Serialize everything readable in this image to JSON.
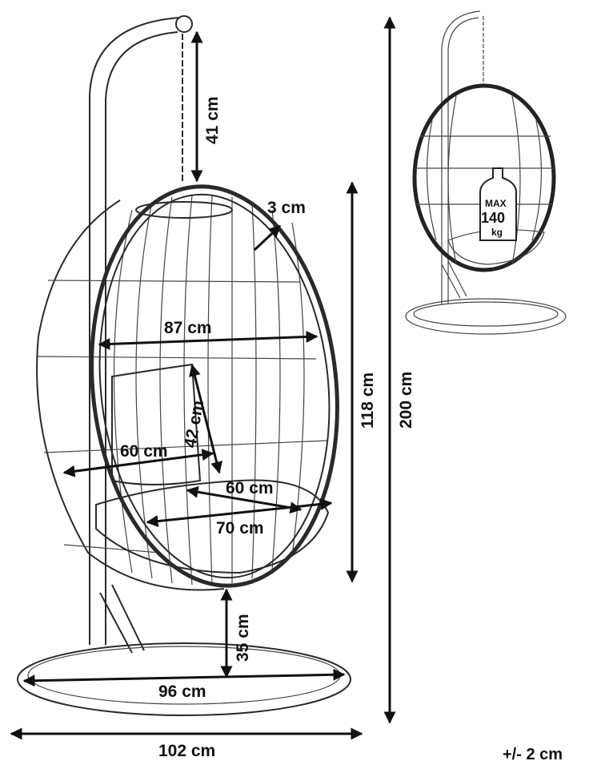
{
  "dimensions": {
    "chain_length": "41 cm",
    "frame_thickness": "3 cm",
    "inner_width": "87 cm",
    "backrest_height": "42 cm",
    "seat_width": "60 cm",
    "cushion_depth": "60 cm",
    "seat_depth": "70 cm",
    "chair_height": "118 cm",
    "total_height": "200 cm",
    "ground_clearance": "35 cm",
    "base_diameter": "96 cm",
    "total_width": "102 cm"
  },
  "tolerance": "+/- 2 cm",
  "weight_tag": {
    "max_label": "MAX",
    "value": "140",
    "unit": "kg"
  }
}
